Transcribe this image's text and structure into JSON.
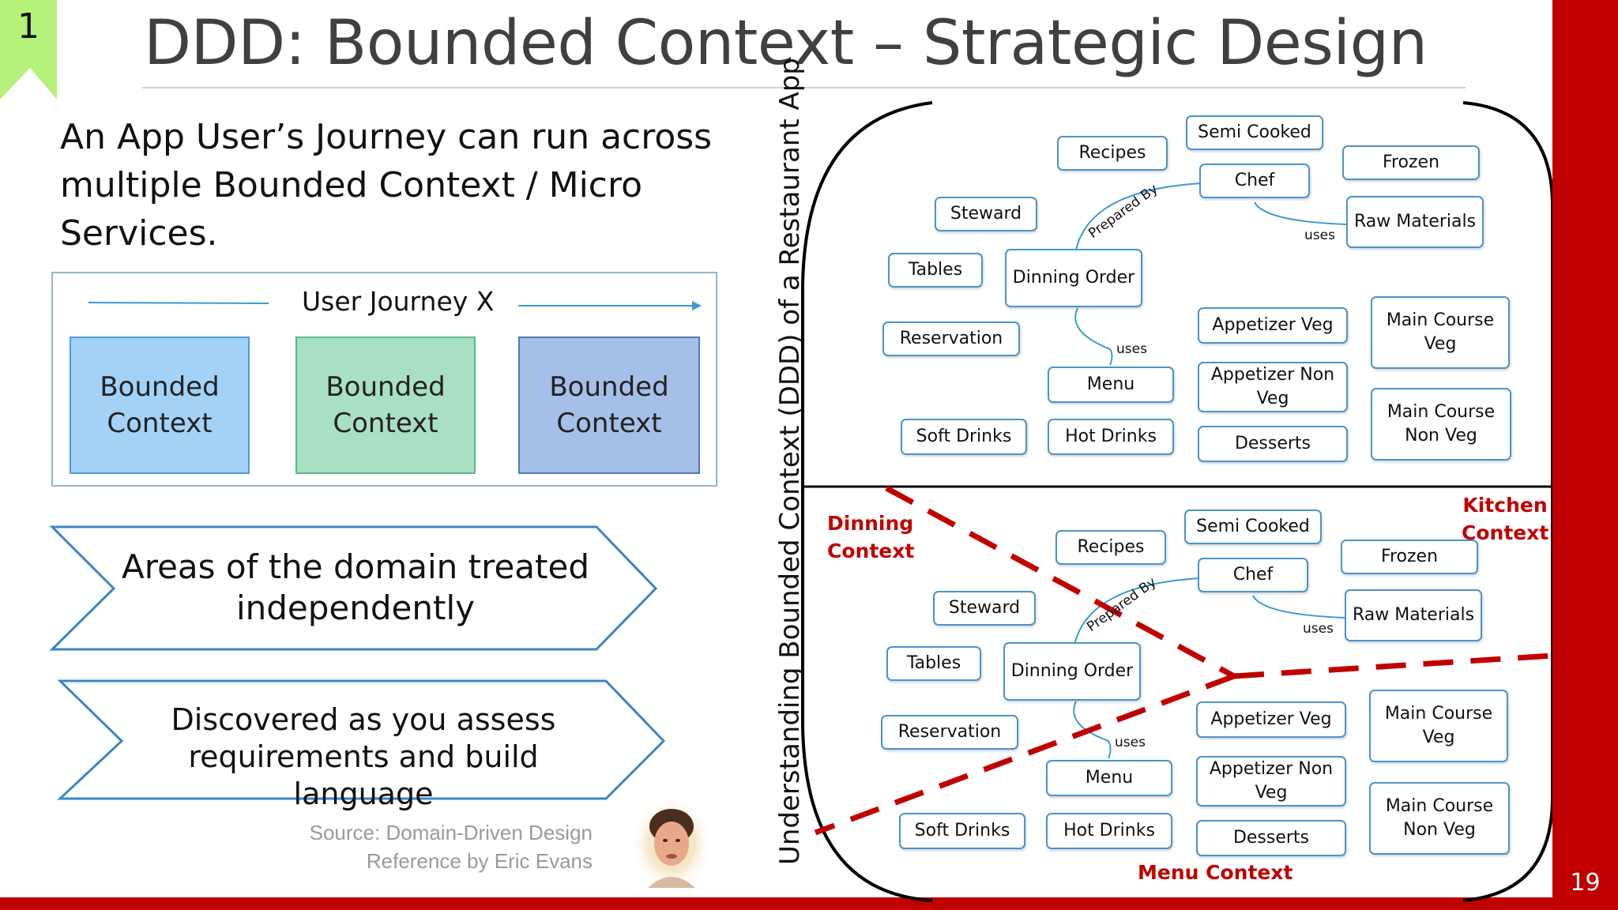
{
  "slide": {
    "number": "1",
    "page": "19",
    "title": "DDD: Bounded Context – Strategic Design",
    "intro": "An App User’s Journey can run across multiple Bounded Context / Micro Services.",
    "journey": {
      "label": "User Journey X",
      "boxes": [
        "Bounded Context",
        "Bounded Context",
        "Bounded Context"
      ]
    },
    "chevrons": [
      "Areas of the domain treated independently",
      "Discovered as you assess requirements and build language"
    ],
    "source": {
      "line1": "Source: Domain-Driven Design",
      "line2": "Reference by Eric Evans"
    },
    "vertical_label": "Understanding Bounded Context (DDD) of a Restaurant App",
    "colors": {
      "accent": "#c00000",
      "badge": "#b6f27a",
      "node_border": "#4a94c9",
      "connector": "#3a9ad0"
    }
  },
  "diagram": {
    "nodes": {
      "recipes": "Recipes",
      "semi_cooked": "Semi Cooked",
      "chef": "Chef",
      "frozen": "Frozen",
      "raw_materials": "Raw Materials",
      "steward": "Steward",
      "tables": "Tables",
      "dinning_order": "Dinning Order",
      "reservation": "Reservation",
      "menu": "Menu",
      "appetizer_veg": "Appetizer Veg",
      "appetizer_non_veg": "Appetizer Non Veg",
      "desserts": "Desserts",
      "main_course_veg": "Main Course Veg",
      "main_course_non_veg": "Main Course Non Veg",
      "soft_drinks": "Soft Drinks",
      "hot_drinks": "Hot Drinks"
    },
    "relations": {
      "prepared_by": "Prepared By",
      "uses": "uses"
    },
    "contexts": {
      "dinning": "Dinning Context",
      "kitchen": "Kitchen Context",
      "menu": "Menu Context"
    }
  }
}
